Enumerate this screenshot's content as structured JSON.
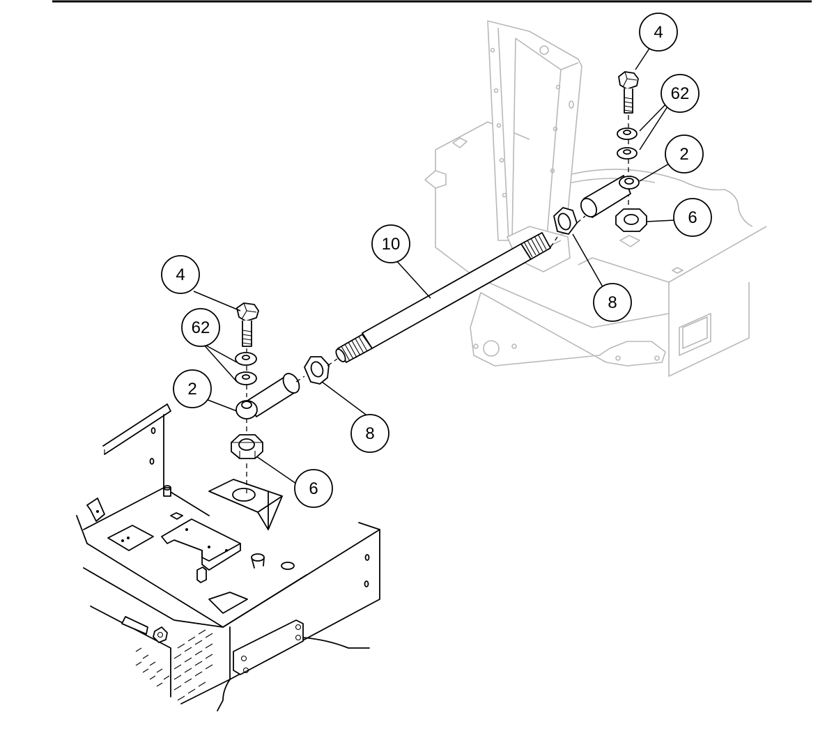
{
  "diagram": {
    "callouts": [
      {
        "id": "c4-top",
        "label": "4"
      },
      {
        "id": "c62-top",
        "label": "62"
      },
      {
        "id": "c2-top",
        "label": "2"
      },
      {
        "id": "c6-top",
        "label": "6"
      },
      {
        "id": "c8-top",
        "label": "8"
      },
      {
        "id": "c10",
        "label": "10"
      },
      {
        "id": "c4-left",
        "label": "4"
      },
      {
        "id": "c62-left",
        "label": "62"
      },
      {
        "id": "c2-left",
        "label": "2"
      },
      {
        "id": "c8-left",
        "label": "8"
      },
      {
        "id": "c6-left",
        "label": "6"
      }
    ],
    "colors": {
      "ink": "#000000",
      "ghost": "#b8b8b8",
      "background": "#ffffff"
    }
  }
}
